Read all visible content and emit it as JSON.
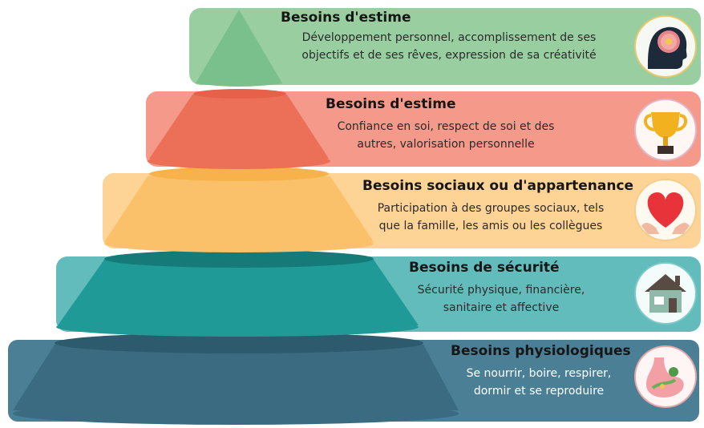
{
  "levels": [
    {
      "title": "Besoins d'estime",
      "desc": [
        "Développement personnel, accomplissement de ses",
        "objectifs et de ses rêves, expression de sa créativité"
      ],
      "icon": "brain-head-icon",
      "band_color": "#99cfa0",
      "cone_color": "#79c08c"
    },
    {
      "title": "Besoins d'estime",
      "desc": [
        "Confiance en soi, respect de soi et des",
        "autres, valorisation personnelle"
      ],
      "icon": "trophy-icon",
      "band_color": "#f59a8a",
      "cone_color": "#ec6f57"
    },
    {
      "title": "Besoins sociaux ou d'appartenance",
      "desc": [
        "Participation à des groupes sociaux, tels",
        "que la famille, les amis ou les collègues"
      ],
      "icon": "heart-hands-icon",
      "band_color": "#fdd396",
      "cone_color": "#fbc16a"
    },
    {
      "title": "Besoins de sécurité",
      "desc": [
        "Sécurité physique, financière,",
        "sanitaire et affective"
      ],
      "icon": "house-icon",
      "band_color": "#63bcbc",
      "cone_color": "#1f9a96"
    },
    {
      "title": "Besoins physiologiques",
      "desc": [
        "Se nourrir, boire, respirer,",
        "dormir et se reproduire"
      ],
      "icon": "stomach-icon",
      "band_color": "#4a7f95",
      "cone_color": "#3a6b80"
    }
  ]
}
